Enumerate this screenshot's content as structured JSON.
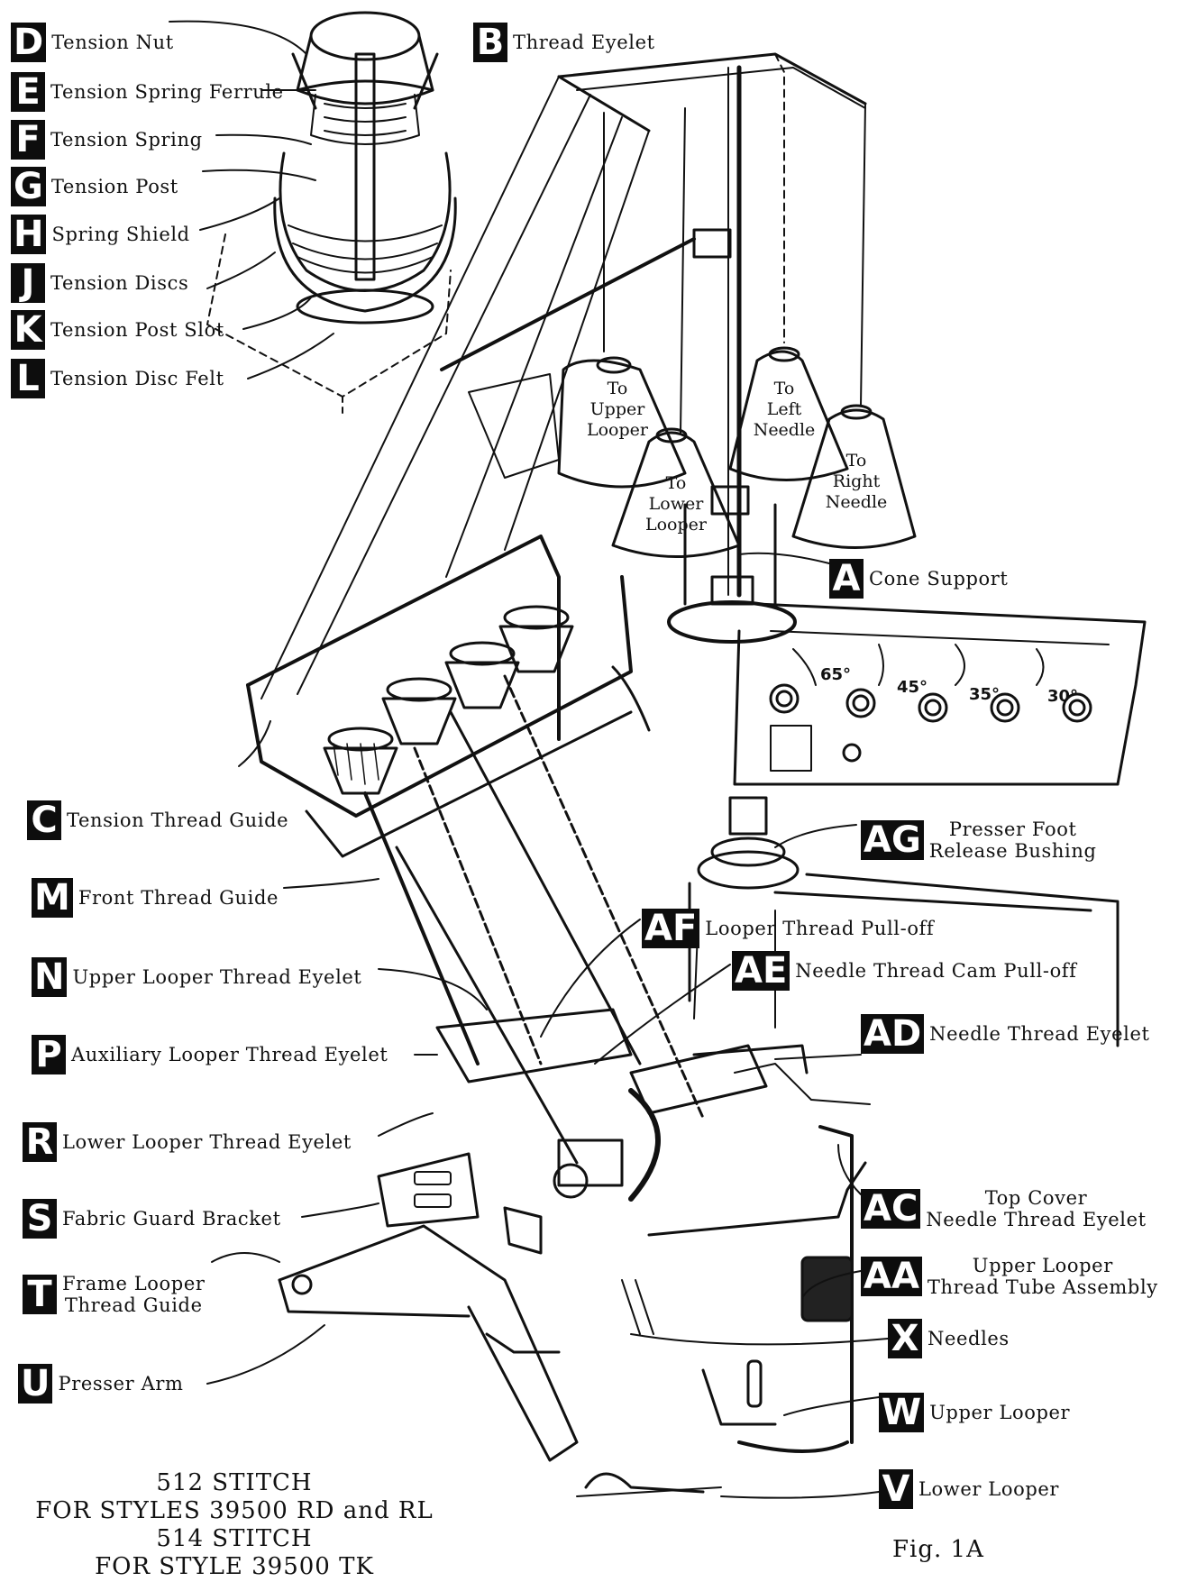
{
  "callouts": {
    "D": {
      "letter": "D",
      "text": "Tension Nut"
    },
    "E": {
      "letter": "E",
      "text": "Tension Spring Ferrule"
    },
    "F": {
      "letter": "F",
      "text": "Tension Spring"
    },
    "G": {
      "letter": "G",
      "text": "Tension Post"
    },
    "H": {
      "letter": "H",
      "text": "Spring Shield"
    },
    "J": {
      "letter": "J",
      "text": "Tension Discs"
    },
    "K": {
      "letter": "K",
      "text": "Tension Post Slot"
    },
    "L": {
      "letter": "L",
      "text": "Tension Disc Felt"
    },
    "B": {
      "letter": "B",
      "text": "Thread Eyelet"
    },
    "A": {
      "letter": "A",
      "text": "Cone Support"
    },
    "C": {
      "letter": "C",
      "text": "Tension Thread Guide"
    },
    "M": {
      "letter": "M",
      "text": "Front Thread Guide"
    },
    "N": {
      "letter": "N",
      "text": "Upper Looper Thread Eyelet"
    },
    "P": {
      "letter": "P",
      "text": "Auxiliary Looper Thread Eyelet"
    },
    "R": {
      "letter": "R",
      "text": "Lower Looper Thread Eyelet"
    },
    "S": {
      "letter": "S",
      "text": "Fabric Guard Bracket"
    },
    "T": {
      "letter": "T",
      "line1": "Frame Looper",
      "line2": "Thread Guide"
    },
    "U": {
      "letter": "U",
      "text": "Presser Arm"
    },
    "AG": {
      "letter": "AG",
      "line1": "Presser Foot",
      "line2": "Release Bushing"
    },
    "AF": {
      "letter": "AF",
      "text": "Looper Thread Pull-off"
    },
    "AE": {
      "letter": "AE",
      "text": "Needle Thread Cam Pull-off"
    },
    "AD": {
      "letter": "AD",
      "text": "Needle Thread Eyelet"
    },
    "AC": {
      "letter": "AC",
      "line1": "Top Cover",
      "line2": "Needle Thread Eyelet"
    },
    "AA": {
      "letter": "AA",
      "line1": "Upper Looper",
      "line2": "Thread Tube Assembly"
    },
    "X": {
      "letter": "X",
      "text": "Needles"
    },
    "W": {
      "letter": "W",
      "text": "Upper Looper"
    },
    "V": {
      "letter": "V",
      "text": "Lower Looper"
    }
  },
  "cones": {
    "upper_looper": [
      "To",
      "Upper",
      "Looper"
    ],
    "left_needle": [
      "To",
      "Left",
      "Needle"
    ],
    "lower_looper": [
      "To",
      "Lower",
      "Looper"
    ],
    "right_needle": [
      "To",
      "Right",
      "Needle"
    ]
  },
  "angles": [
    "65°",
    "45°",
    "35°",
    "30°"
  ],
  "caption": [
    "512 STITCH",
    "FOR STYLES 39500 RD and RL",
    "514 STITCH",
    "FOR STYLE 39500 TK"
  ],
  "figure_label": "Fig. 1A"
}
